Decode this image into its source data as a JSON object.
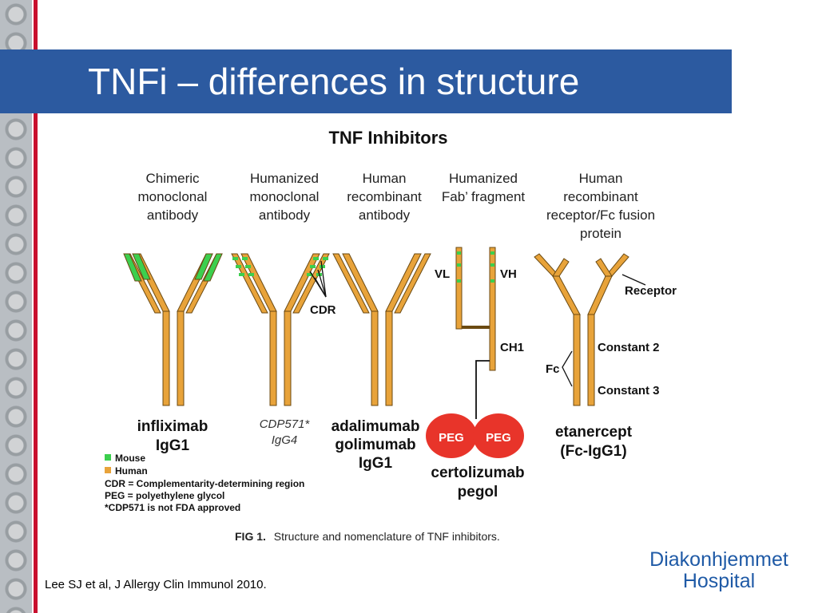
{
  "slide": {
    "title": "TNFi – differences in structure",
    "citation": "Lee SJ et al, J Allergy Clin Immunol 2010.",
    "brand_line1": "Diakonhjemmet",
    "brand_line2": "Hospital"
  },
  "colors": {
    "title_bar": "#2c5aa0",
    "accent_line": "#c8102e",
    "human": "#e8a33a",
    "mouse": "#3ccf4e",
    "peg": "#e8342a",
    "brand": "#1f5aa6"
  },
  "figure": {
    "heading": "TNF Inhibitors",
    "columns": [
      {
        "type_lines": [
          "Chimeric",
          "monoclonal",
          "antibody"
        ],
        "name_lines": [
          "infliximab",
          "IgG1"
        ]
      },
      {
        "type_lines": [
          "Humanized",
          "monoclonal",
          "antibody"
        ],
        "name_lines": [
          "CDP571*",
          "IgG4"
        ]
      },
      {
        "type_lines": [
          "Human",
          "recombinant",
          "antibody"
        ],
        "name_lines": [
          "adalimumab",
          "golimumab",
          "IgG1"
        ]
      },
      {
        "type_lines": [
          "Humanized",
          "Fab’ fragment"
        ],
        "name_lines": [
          "certolizumab",
          "pegol"
        ]
      },
      {
        "type_lines": [
          "Human",
          "recombinant",
          "receptor/Fc fusion",
          "protein"
        ],
        "name_lines": [
          "etanercept",
          "(Fc-IgG1)"
        ]
      }
    ],
    "labels": {
      "cdr": "CDR",
      "vl": "VL",
      "vh": "VH",
      "ch1": "CH1",
      "peg": "PEG",
      "receptor": "Receptor",
      "constant2": "Constant 2",
      "constant3": "Constant 3",
      "fc": "Fc"
    },
    "legend": {
      "mouse": "Mouse",
      "human": "Human",
      "notes": [
        "CDR = Complementarity-determining region",
        "PEG = polyethylene glycol",
        "*CDP571 is not FDA approved"
      ]
    },
    "caption_bold": "FIG 1.",
    "caption": "Structure and nomenclature of TNF inhibitors."
  }
}
